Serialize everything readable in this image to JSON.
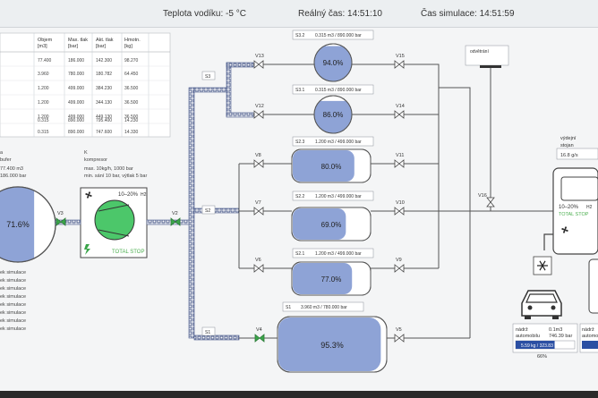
{
  "header": {
    "water_temp": "Teplota vodíku: -5 °C",
    "real_time": "Reálný čas: 14:51:10",
    "sim_time": "Čas simulace: 14:51:59"
  },
  "table": {
    "headers": [
      [
        "Objem",
        "[m3]"
      ],
      [
        "Max. tlak",
        "[bar]"
      ],
      [
        "Akt. tlak",
        "[bar]"
      ],
      [
        "Hmotn.",
        "[kg]"
      ]
    ],
    "rows": [
      [
        "77.400",
        "186.000",
        "142.300",
        "98.270"
      ],
      [
        "3.960",
        "780.000",
        "180.782",
        "64.450"
      ],
      [
        "1.200",
        "499.000",
        "384.230",
        "36.500"
      ],
      [
        "1.200",
        "499.000",
        "344.130",
        "36.500"
      ],
      [
        "1.200",
        "499.000",
        "449.130",
        "36.500"
      ],
      [
        "0.315",
        "890.000",
        "795.400",
        "14.230"
      ],
      [
        "0.315",
        "890.000",
        "747.600",
        "14.330"
      ]
    ]
  },
  "left_info": {
    "line1": "a",
    "line2": "bufer",
    "line3": "77.400 m3",
    "line4": "186.000 bar"
  },
  "sim_list": [
    "ek simulace",
    "ek simulace",
    "ek simulace",
    "ek simulace",
    "ek simulace",
    "ek simulace",
    "ek simulace",
    "ek simulace"
  ],
  "compressor": {
    "title": "K",
    "subtitle": "kompresor",
    "spec1": "max. 10kg/h, 1000 bar",
    "spec2": "min. sání 10 bar, výtlak 5 bar",
    "percent": "10–20%",
    "gas": "H2",
    "stop": "TOTAL STOP"
  },
  "buffer_tank": {
    "percent": "71.6%"
  },
  "tanks": [
    {
      "id": "S3.2",
      "spec": "0.315 m3 / 890.000 bar",
      "percent": "94.0%",
      "fill": 0.94
    },
    {
      "id": "S3.1",
      "spec": "0.315 m3 / 890.000 bar",
      "percent": "86.0%",
      "fill": 0.86
    },
    {
      "id": "S2.3",
      "spec": "1.200 m3 / 499.000 bar",
      "percent": "80.0%",
      "fill": 0.8
    },
    {
      "id": "S2.2",
      "spec": "1.200 m3 / 499.000 bar",
      "percent": "69.0%",
      "fill": 0.69
    },
    {
      "id": "S2.1",
      "spec": "1.200 m3 / 499.000 bar",
      "percent": "77.0%",
      "fill": 0.77
    },
    {
      "id": "S1",
      "spec": "3.960 m3 / 780.000 bar",
      "percent": "95.3%",
      "fill": 0.953
    }
  ],
  "valves": [
    "V13",
    "V15",
    "V12",
    "V14",
    "V8",
    "V11",
    "V7",
    "V10",
    "V6",
    "V9",
    "V4",
    "V5",
    "V3",
    "V2",
    "V16"
  ],
  "pipe_labels": [
    "S3",
    "S2",
    "S1"
  ],
  "vent": "odvětrání",
  "dispenser": {
    "title": "výdejní",
    "title2": "stojan",
    "rate": "16.8 g/s",
    "percent": "10–20%",
    "gas": "H2",
    "stop": "TOTAL STOP"
  },
  "car_panel": {
    "label1": "nádrž",
    "label2": "automobilu",
    "value1": "0.1m3",
    "value2": "746.39 bar",
    "bar_text": "5.59 kg / 323.83 bar",
    "percent": "66%",
    "fill": 0.66
  },
  "car2_panel": {
    "label1": "nádrž",
    "label2": "automobilu"
  },
  "colors": {
    "tank_fill": "#8ea3d6",
    "pipe": "#6e7fa8",
    "valve_green": "#3aa54a",
    "compressor_green": "#4cc76a",
    "stop_green": "#4caf50",
    "hatch": "#4a5a8a"
  }
}
